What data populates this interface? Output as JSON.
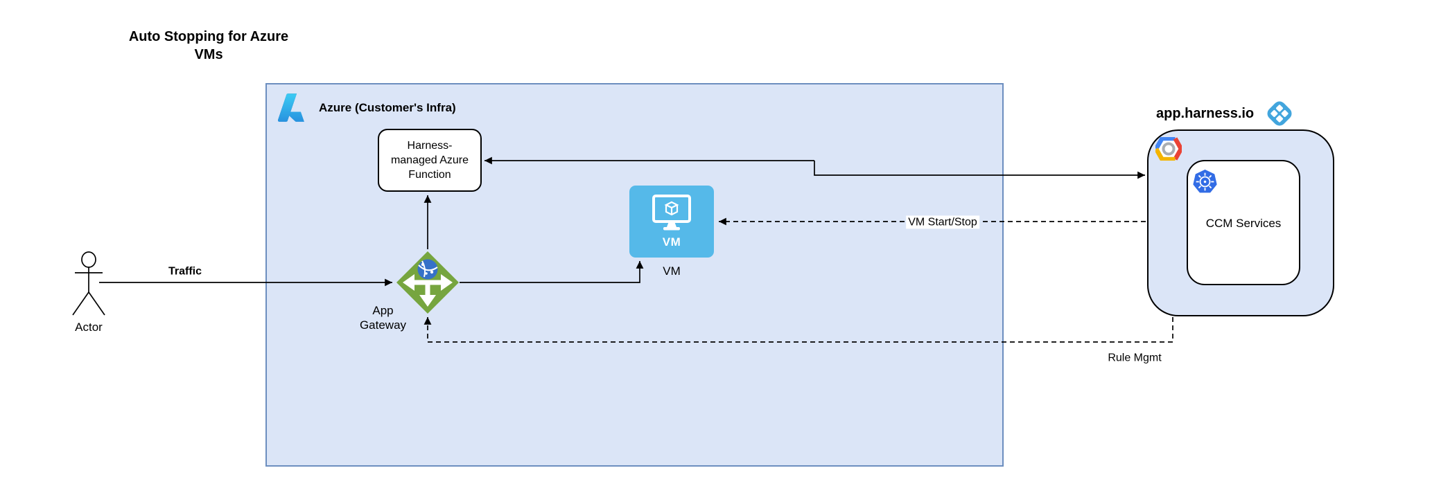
{
  "title": [
    "Auto Stopping for Azure",
    "VMs"
  ],
  "azure": {
    "label": "Azure (Customer's Infra)"
  },
  "actor": {
    "label": "Actor"
  },
  "gateway": {
    "label": [
      "App",
      "Gateway"
    ]
  },
  "function": {
    "label": [
      "Harness-",
      "managed Azure",
      "Function"
    ]
  },
  "vm": {
    "tile_label": "VM",
    "label": "VM"
  },
  "harness": {
    "label": "app.harness.io",
    "ccm": {
      "label": "CCM Services"
    }
  },
  "edges": {
    "traffic": "Traffic",
    "vm_start_stop": "VM Start/Stop",
    "rule_mgmt": "Rule Mgmt"
  },
  "icons": [
    "azure-logo-icon",
    "harness-logo-icon",
    "gcp-icon",
    "kubernetes-icon",
    "vm-monitor-icon",
    "app-gateway-icon",
    "actor-icon"
  ],
  "colors": {
    "azure_box_fill": "#dbe5f7",
    "azure_box_border": "#6c8ebf",
    "node_border": "#000000",
    "vm_tile_blue": "#55b9e9",
    "gateway_green": "#76a53f",
    "globe_blue": "#3671c8",
    "harness_blue": "#42a5dd",
    "kubernetes_blue": "#326ce5",
    "gcp_blue": "#4285f4",
    "gcp_red": "#ea4335",
    "gcp_yellow": "#f4b400",
    "line_color": "#000000"
  }
}
